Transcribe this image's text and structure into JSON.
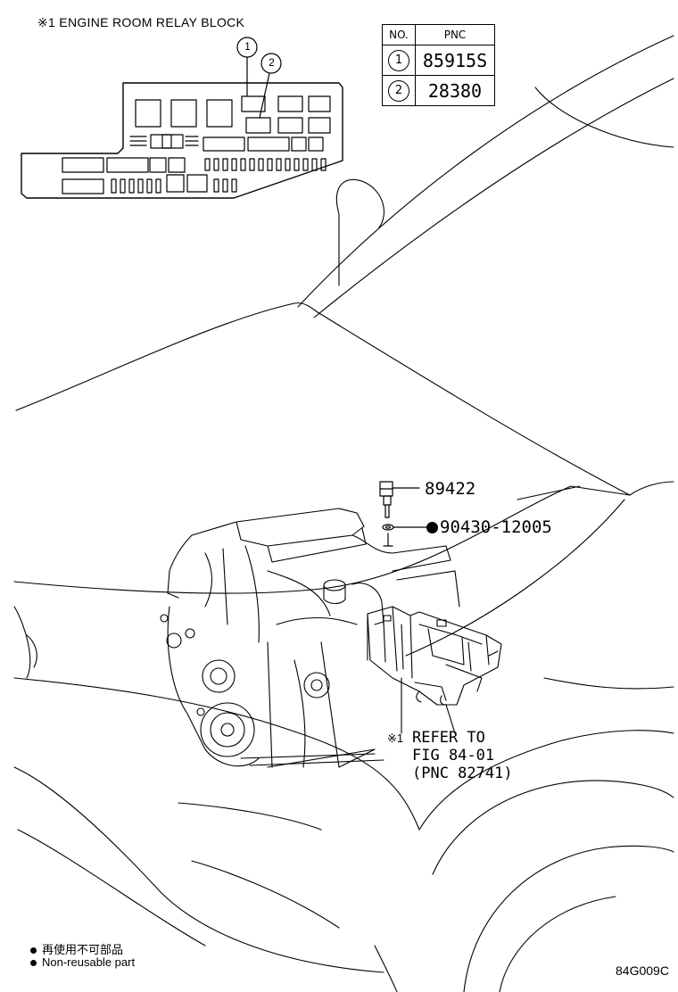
{
  "inset": {
    "title": "※1 ENGINE ROOM RELAY BLOCK",
    "callouts": [
      "1",
      "2"
    ]
  },
  "pnc_table": {
    "headers": [
      "NO.",
      "PNC"
    ],
    "rows": [
      {
        "no": "1",
        "pnc": "85915S"
      },
      {
        "no": "2",
        "pnc": "28380"
      }
    ]
  },
  "parts": [
    {
      "label": "89422"
    },
    {
      "label": "90430-12005",
      "non_reusable": true
    }
  ],
  "refer_note": {
    "mark": "※1",
    "lines": [
      "REFER TO",
      "FIG 84-01",
      "(PNC 82741)"
    ]
  },
  "legend": {
    "japanese": "再使用不可部品",
    "english": "Non-reusable part"
  },
  "figure_code": "84G009C"
}
